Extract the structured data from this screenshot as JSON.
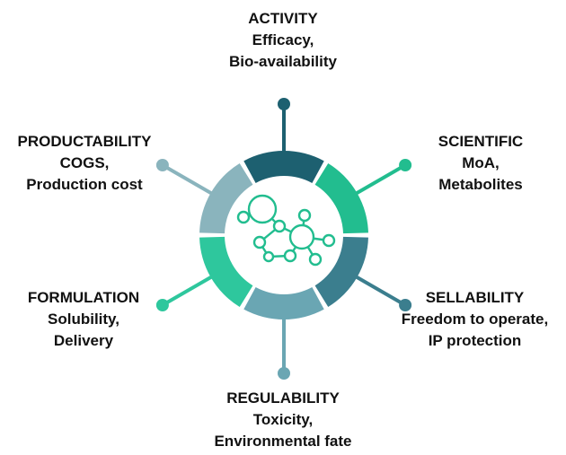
{
  "segments": [
    {
      "key": "activity",
      "title": "ACTIVITY",
      "lines": [
        "Efficacy,",
        "Bio-availability"
      ],
      "color": "#1d6070"
    },
    {
      "key": "scientific",
      "title": "SCIENTIFIC",
      "lines": [
        "MoA,",
        "Metabolites"
      ],
      "color": "#22bd8f"
    },
    {
      "key": "sellability",
      "title": "SELLABILITY",
      "lines": [
        "Freedom to operate,",
        "IP protection"
      ],
      "color": "#3b7e8e"
    },
    {
      "key": "regulability",
      "title": "REGULABILITY",
      "lines": [
        "Toxicity,",
        "Environmental fate"
      ],
      "color": "#6aa6b3"
    },
    {
      "key": "formulation",
      "title": "FORMULATION",
      "lines": [
        "Solubility,",
        "Delivery"
      ],
      "color": "#2ec79d"
    },
    {
      "key": "productability",
      "title": "PRODUCTABILITY",
      "lines": [
        "COGS,",
        "Production cost"
      ],
      "color": "#8ab4bd"
    }
  ],
  "molecule_icon": "molecule-icon",
  "molecule_color": "#22bd8f"
}
